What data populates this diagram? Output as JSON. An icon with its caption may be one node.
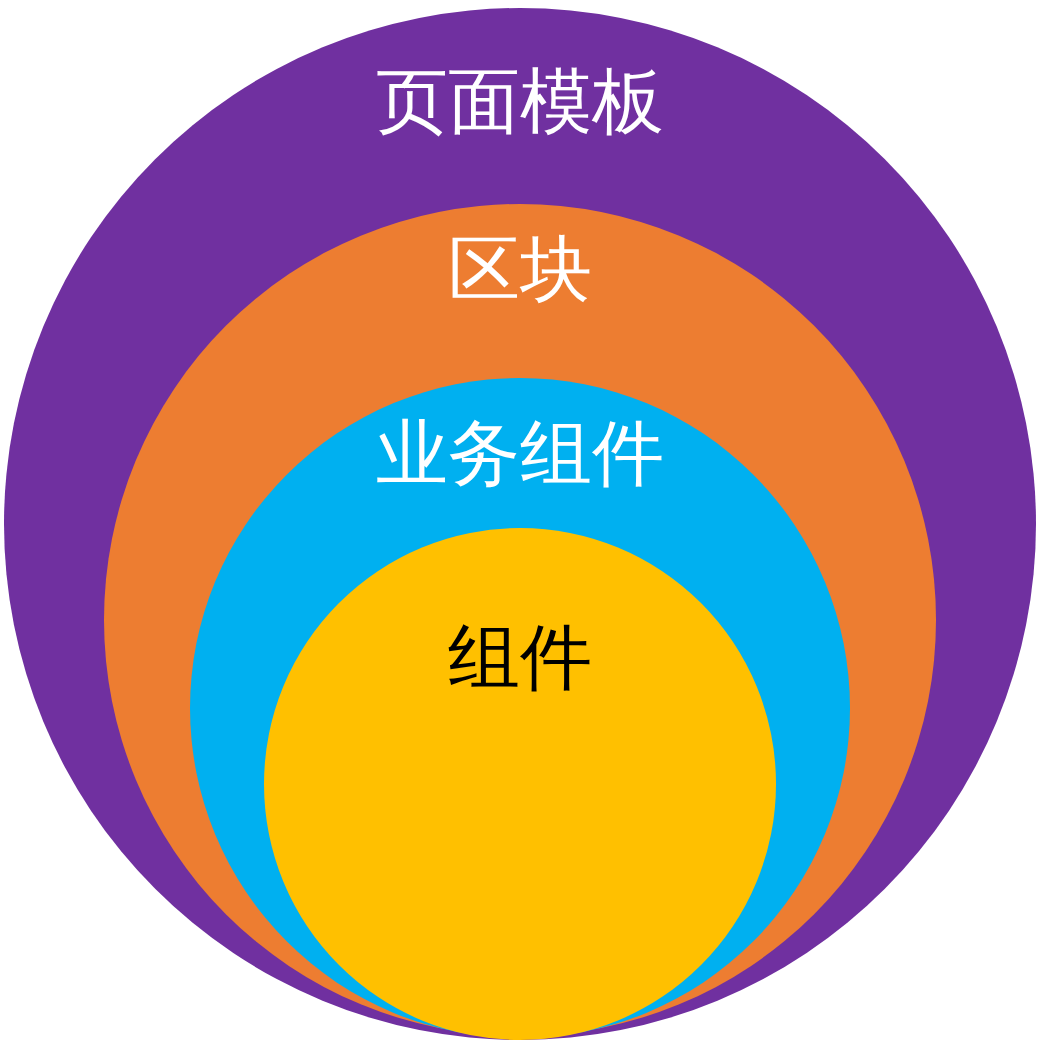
{
  "diagram": {
    "nodes": [
      {
        "text": [
          "页面模板"
        ]
      },
      {
        "text": [
          "区块"
        ],
        "in": 0
      },
      {
        "text": [
          "业务组件"
        ],
        "in": 1
      },
      {
        "text": [
          "组件"
        ],
        "in": 2
      }
    ],
    "edges": []
  }
}
